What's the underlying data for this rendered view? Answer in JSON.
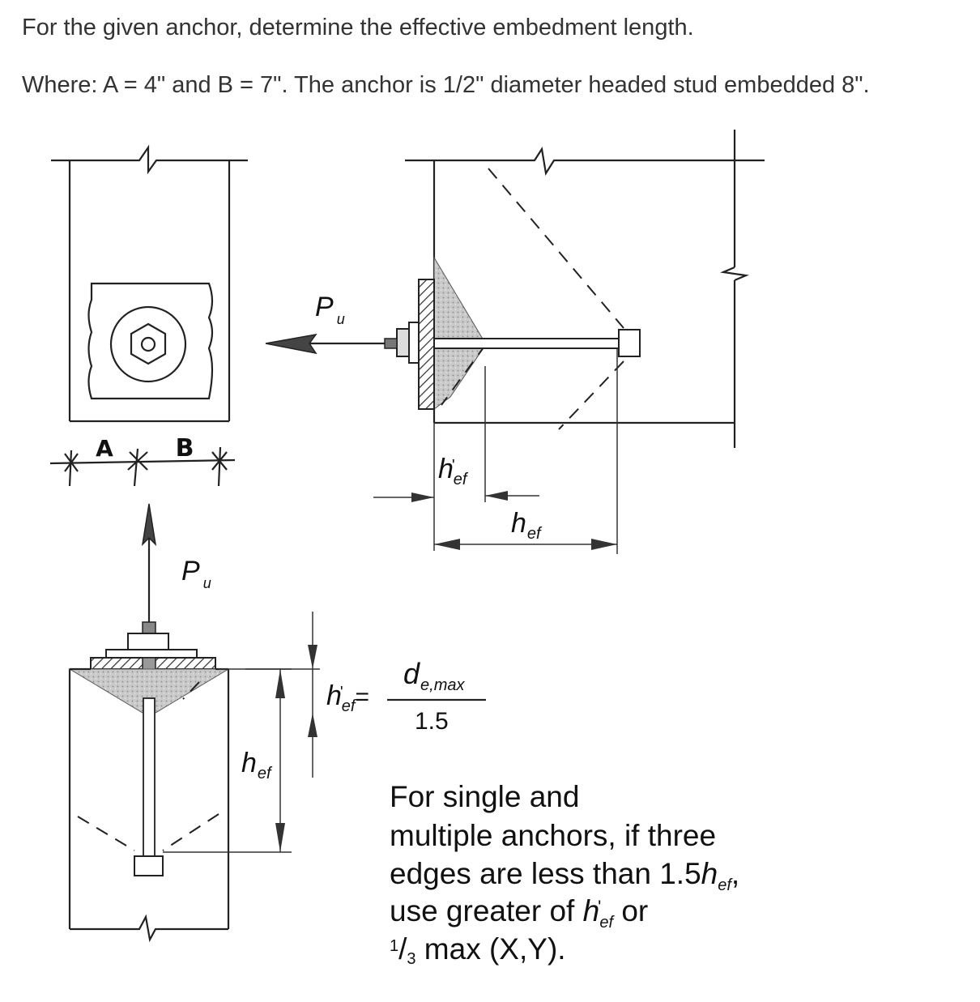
{
  "question": {
    "line1": "For the given anchor, determine the effective embedment length.",
    "line2": "Where:  A = 4\" and B = 7\".  The anchor is 1/2\" diameter headed stud embedded 8\"."
  },
  "figure": {
    "handwritten_dims": {
      "a": "A",
      "b": "B"
    },
    "load_label": {
      "base": "P",
      "sub": "u"
    },
    "hef_prime_label": {
      "base": "h",
      "prime": "'",
      "sub": "ef"
    },
    "hef_label": {
      "base": "h",
      "sub": "ef"
    },
    "equation": {
      "lhs_base": "h",
      "lhs_prime": "'",
      "lhs_sub": "ef",
      "equals": "=",
      "numerator_base": "d",
      "numerator_sub": "e,max",
      "denominator": "1.5"
    },
    "note": {
      "line1": "For single and",
      "line2": "multiple anchors, if three",
      "line3_pre": "edges are less than 1.5",
      "line3_var": "h",
      "line3_sub": "ef",
      "line3_post": ",",
      "line4_pre": "use greater of ",
      "line4_var": "h",
      "line4_prime": "'",
      "line4_sub": "ef",
      "line4_post": " or",
      "line5_num": "1",
      "line5_slash": "/",
      "line5_den": "3",
      "line5_rest": " max (X,Y)."
    }
  }
}
